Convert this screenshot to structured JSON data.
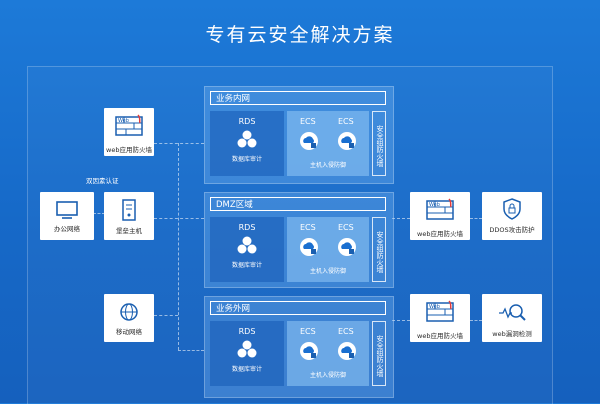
{
  "title": "专有云安全解决方案",
  "left": {
    "top_box_label": "web应用防火墙",
    "auth_label": "双因素认证",
    "office_label": "办公网络",
    "bastion_label": "堡垒主机",
    "mobile_label": "移动网络"
  },
  "zones": [
    {
      "name": "业务内网",
      "rds": "RDS",
      "rds_sub": "数据库审计",
      "ecs1": "ECS",
      "ecs2": "ECS",
      "ecs_sub": "主机入侵防御",
      "fw": "安全组防火墙"
    },
    {
      "name": "DMZ区域",
      "rds": "RDS",
      "rds_sub": "数据库审计",
      "ecs1": "ECS",
      "ecs2": "ECS",
      "ecs_sub": "主机入侵防御",
      "fw": "安全组防火墙"
    },
    {
      "name": "业务外网",
      "rds": "RDS",
      "rds_sub": "数据库审计",
      "ecs1": "ECS",
      "ecs2": "ECS",
      "ecs_sub": "主机入侵防御",
      "fw": "安全组防火墙"
    }
  ],
  "right": {
    "waf_mid_label": "web应用防火墙",
    "ddos_label": "DDOS攻击防护",
    "waf_bot_label": "web应用防火墙",
    "vuln_label": "web漏洞检测"
  },
  "icon_word": "Web"
}
